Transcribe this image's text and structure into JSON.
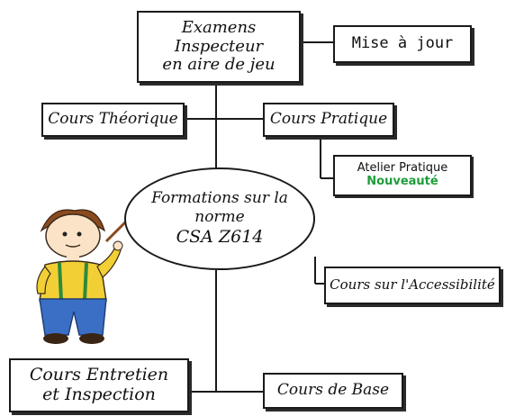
{
  "nodes": {
    "exam_line1": "Examens Inspecteur",
    "exam_line2": "en aire de jeu",
    "update": "Mise à jour",
    "theory": "Cours Théorique",
    "practical": "Cours Pratique",
    "workshop": "Atelier Pratique",
    "workshop_badge": "Nouveauté",
    "center_line1": "Formations sur la norme",
    "center_line2": "CSA Z614",
    "accessibility": "Cours sur l'Accessibilité",
    "maintenance_line1": "Cours Entretien",
    "maintenance_line2": "et Inspection",
    "basic": "Cours de Base"
  },
  "colors": {
    "line": "#1a1a1a",
    "badge": "#1e9d3a",
    "character_shirt": "#f2d035",
    "character_pants": "#3b6fc6",
    "character_hair": "#8a4a1f"
  }
}
